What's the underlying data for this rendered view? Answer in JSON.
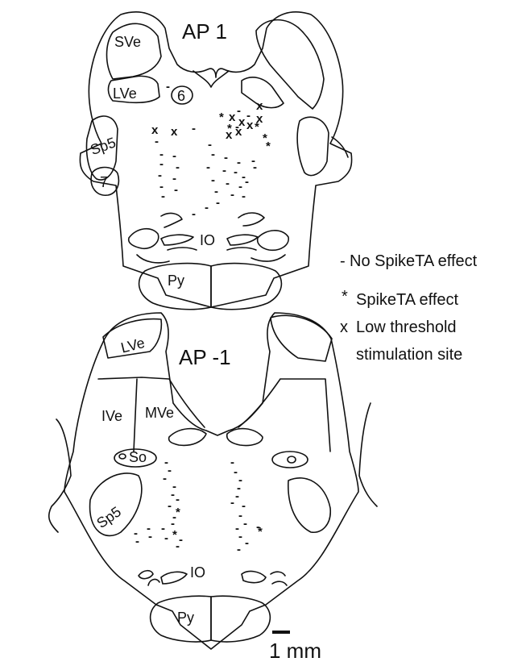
{
  "sections": {
    "top": {
      "title": "AP 1",
      "labels": {
        "sve": "SVe",
        "lve": "LVe",
        "six": "6",
        "sp5": "Sp5",
        "seven": "7",
        "io": "IO",
        "py": "Py"
      },
      "marks": [
        {
          "s": "-"
        },
        {
          "s": "x"
        },
        {
          "s": "x"
        },
        {
          "s": "-"
        },
        {
          "s": "*"
        },
        {
          "s": "x"
        },
        {
          "s": "-"
        },
        {
          "s": "x"
        },
        {
          "s": "-"
        },
        {
          "s": "x"
        },
        {
          "s": "x"
        },
        {
          "s": "-"
        },
        {
          "s": "x"
        },
        {
          "s": "x"
        },
        {
          "s": "x"
        },
        {
          "s": "*"
        },
        {
          "s": "*"
        },
        {
          "s": "*"
        },
        {
          "s": "*"
        },
        {
          "s": "-"
        },
        {
          "s": "-"
        },
        {
          "s": "-"
        },
        {
          "s": "-"
        },
        {
          "s": "-"
        },
        {
          "s": "-"
        },
        {
          "s": "-"
        },
        {
          "s": "-"
        },
        {
          "s": "-"
        },
        {
          "s": "-"
        },
        {
          "s": "-"
        },
        {
          "s": "-"
        },
        {
          "s": "-"
        },
        {
          "s": "-"
        },
        {
          "s": "-"
        },
        {
          "s": "-"
        },
        {
          "s": "-"
        },
        {
          "s": "-"
        },
        {
          "s": "-"
        },
        {
          "s": "-"
        },
        {
          "s": "-"
        },
        {
          "s": "-"
        },
        {
          "s": "-"
        },
        {
          "s": "-"
        },
        {
          "s": "-"
        },
        {
          "s": "-"
        },
        {
          "s": "-"
        },
        {
          "s": "-"
        },
        {
          "s": "-"
        },
        {
          "s": "-"
        }
      ]
    },
    "bottom": {
      "title": "AP -1",
      "labels": {
        "lve": "LVe",
        "ive": "IVe",
        "mve": "MVe",
        "so": "So",
        "sp5": "Sp5",
        "io": "IO",
        "py": "Py"
      },
      "marks": [
        {
          "s": "-"
        },
        {
          "s": "-"
        },
        {
          "s": "-"
        },
        {
          "s": "-"
        },
        {
          "s": "-"
        },
        {
          "s": "-"
        },
        {
          "s": "-"
        },
        {
          "s": "*"
        },
        {
          "s": "-"
        },
        {
          "s": "-"
        },
        {
          "s": "-"
        },
        {
          "s": "-"
        },
        {
          "s": "*"
        },
        {
          "s": "-"
        },
        {
          "s": "-"
        },
        {
          "s": "-"
        },
        {
          "s": "-"
        },
        {
          "s": "-"
        },
        {
          "s": "-"
        },
        {
          "s": "-"
        },
        {
          "s": "-"
        },
        {
          "s": "-"
        },
        {
          "s": "-"
        },
        {
          "s": "-"
        },
        {
          "s": "-"
        },
        {
          "s": "-"
        },
        {
          "s": "-"
        },
        {
          "s": "-"
        },
        {
          "s": "-"
        },
        {
          "s": "*"
        },
        {
          "s": "-"
        },
        {
          "s": "-"
        },
        {
          "s": "-"
        },
        {
          "s": "-"
        }
      ]
    }
  },
  "legend": {
    "items": [
      {
        "symbol": "-",
        "text": "No SpikeTA effect"
      },
      {
        "symbol": "*",
        "text": "SpikeTA effect"
      },
      {
        "symbol": "x",
        "text": "Low threshold"
      }
    ],
    "continuation": "stimulation site"
  },
  "scale_bar": {
    "label": "1 mm"
  }
}
